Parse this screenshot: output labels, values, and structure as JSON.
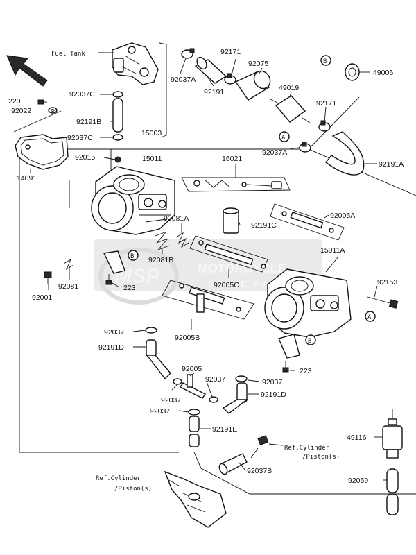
{
  "labels": {
    "fuel_tank": "Fuel Tank",
    "p220": "220",
    "p92022": "92022",
    "p92037C_top": "92037C",
    "p92191B": "92191B",
    "p92037C_bottom": "92037C",
    "p14091": "14091",
    "p92015": "92015",
    "p15003": "15003",
    "p15011": "15011",
    "p92037A_top": "92037A",
    "p92191": "92191",
    "p92171_top": "92171",
    "p92075": "92075",
    "p49019": "49019",
    "p92171_mid": "92171",
    "p92037A_mid": "92037A",
    "p92191A": "92191A",
    "p49006": "49006",
    "p16021": "16021",
    "p92005A": "92005A",
    "p92081A": "92081A",
    "p92191C": "92191C",
    "p92081B": "92081B",
    "p15011A": "15011A",
    "p92081": "92081",
    "p92001": "92001",
    "p223_left": "223",
    "p92005C": "92005C",
    "p92153": "92153",
    "p92037_left": "92037",
    "p92191D_left": "92191D",
    "p92005B": "92005B",
    "p223_right": "223",
    "p92005": "92005",
    "p92037_mid": "92037",
    "p92037_right": "92037",
    "p92191D_right": "92191D",
    "p92037_low": "92037",
    "p92037_low2": "92037",
    "p92191E": "92191E",
    "p49116": "49116",
    "ref_cyl_right_1": "Ref.Cylinder",
    "ref_cyl_right_2": "/Piston(s)",
    "p92037B": "92037B",
    "p92059": "92059",
    "ref_cyl_left_1": "Ref.Cylinder",
    "ref_cyl_left_2": "/Piston(s)"
  },
  "callouts": {
    "A": "A",
    "B": "B"
  },
  "watermark": {
    "logo": "MSP",
    "line1": "MOTORCYCLE",
    "line2": "SPARE PARTS"
  },
  "colors": {
    "ink": "#111111",
    "watermark": "#c8c8c8",
    "watermark_logo": "#b8b8b8",
    "background": "#ffffff"
  }
}
